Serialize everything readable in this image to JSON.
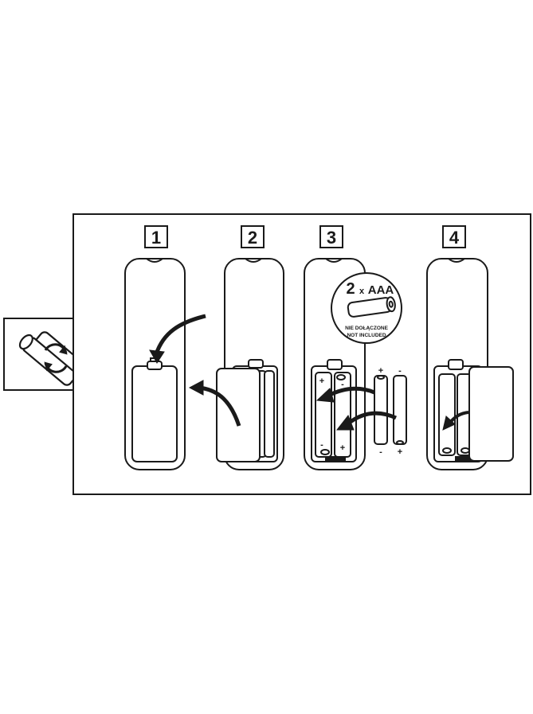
{
  "steps": [
    {
      "number": "1"
    },
    {
      "number": "2"
    },
    {
      "number": "3"
    },
    {
      "number": "4"
    }
  ],
  "battery_badge": {
    "quantity": "2",
    "multiplier": "x",
    "type": "AAA",
    "note_line1": "NIE DOŁĄCZONE",
    "note_line2": "NOT INCLUDED"
  },
  "polarity": {
    "plus": "+",
    "minus": "-"
  },
  "colors": {
    "line": "#1a1a1a",
    "background": "#ffffff"
  },
  "icons": {
    "battery-replace": "battery-replace-icon",
    "curved-arrow": "curved-arrow-icon"
  }
}
